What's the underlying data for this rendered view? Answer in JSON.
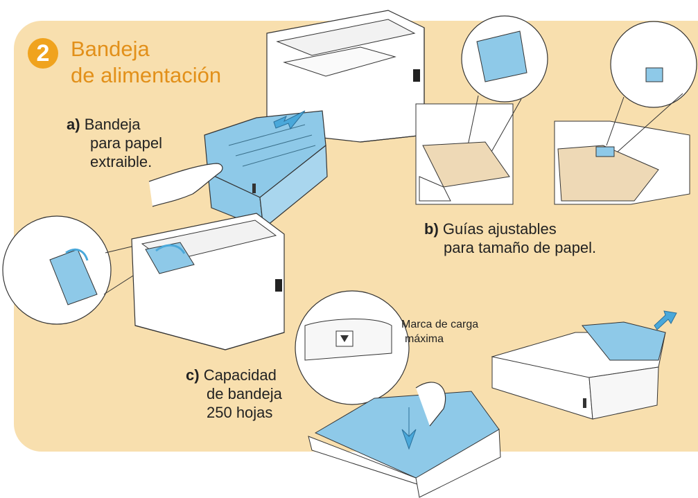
{
  "step": {
    "number": "2",
    "title_line1": "Bandeja",
    "title_line2": "de alimentación"
  },
  "caption_a": {
    "letter": "a)",
    "line1": "Bandeja",
    "line2": "para papel",
    "line3": "extraible."
  },
  "caption_b": {
    "letter": "b)",
    "line1": "Guías ajustables",
    "line2": "para tamaño de papel."
  },
  "caption_c": {
    "letter": "c)",
    "line1": "Capacidad",
    "line2": "de bandeja",
    "line3": "250 hojas"
  },
  "max_load_mark": {
    "line1": "Marca de carga",
    "line2": "máxima"
  },
  "colors": {
    "panel": "#f8dfae",
    "accent": "#f0a31e",
    "title": "#e2901a",
    "tray_blue": "#8ec9e8",
    "arrow_blue": "#4aa8da"
  }
}
